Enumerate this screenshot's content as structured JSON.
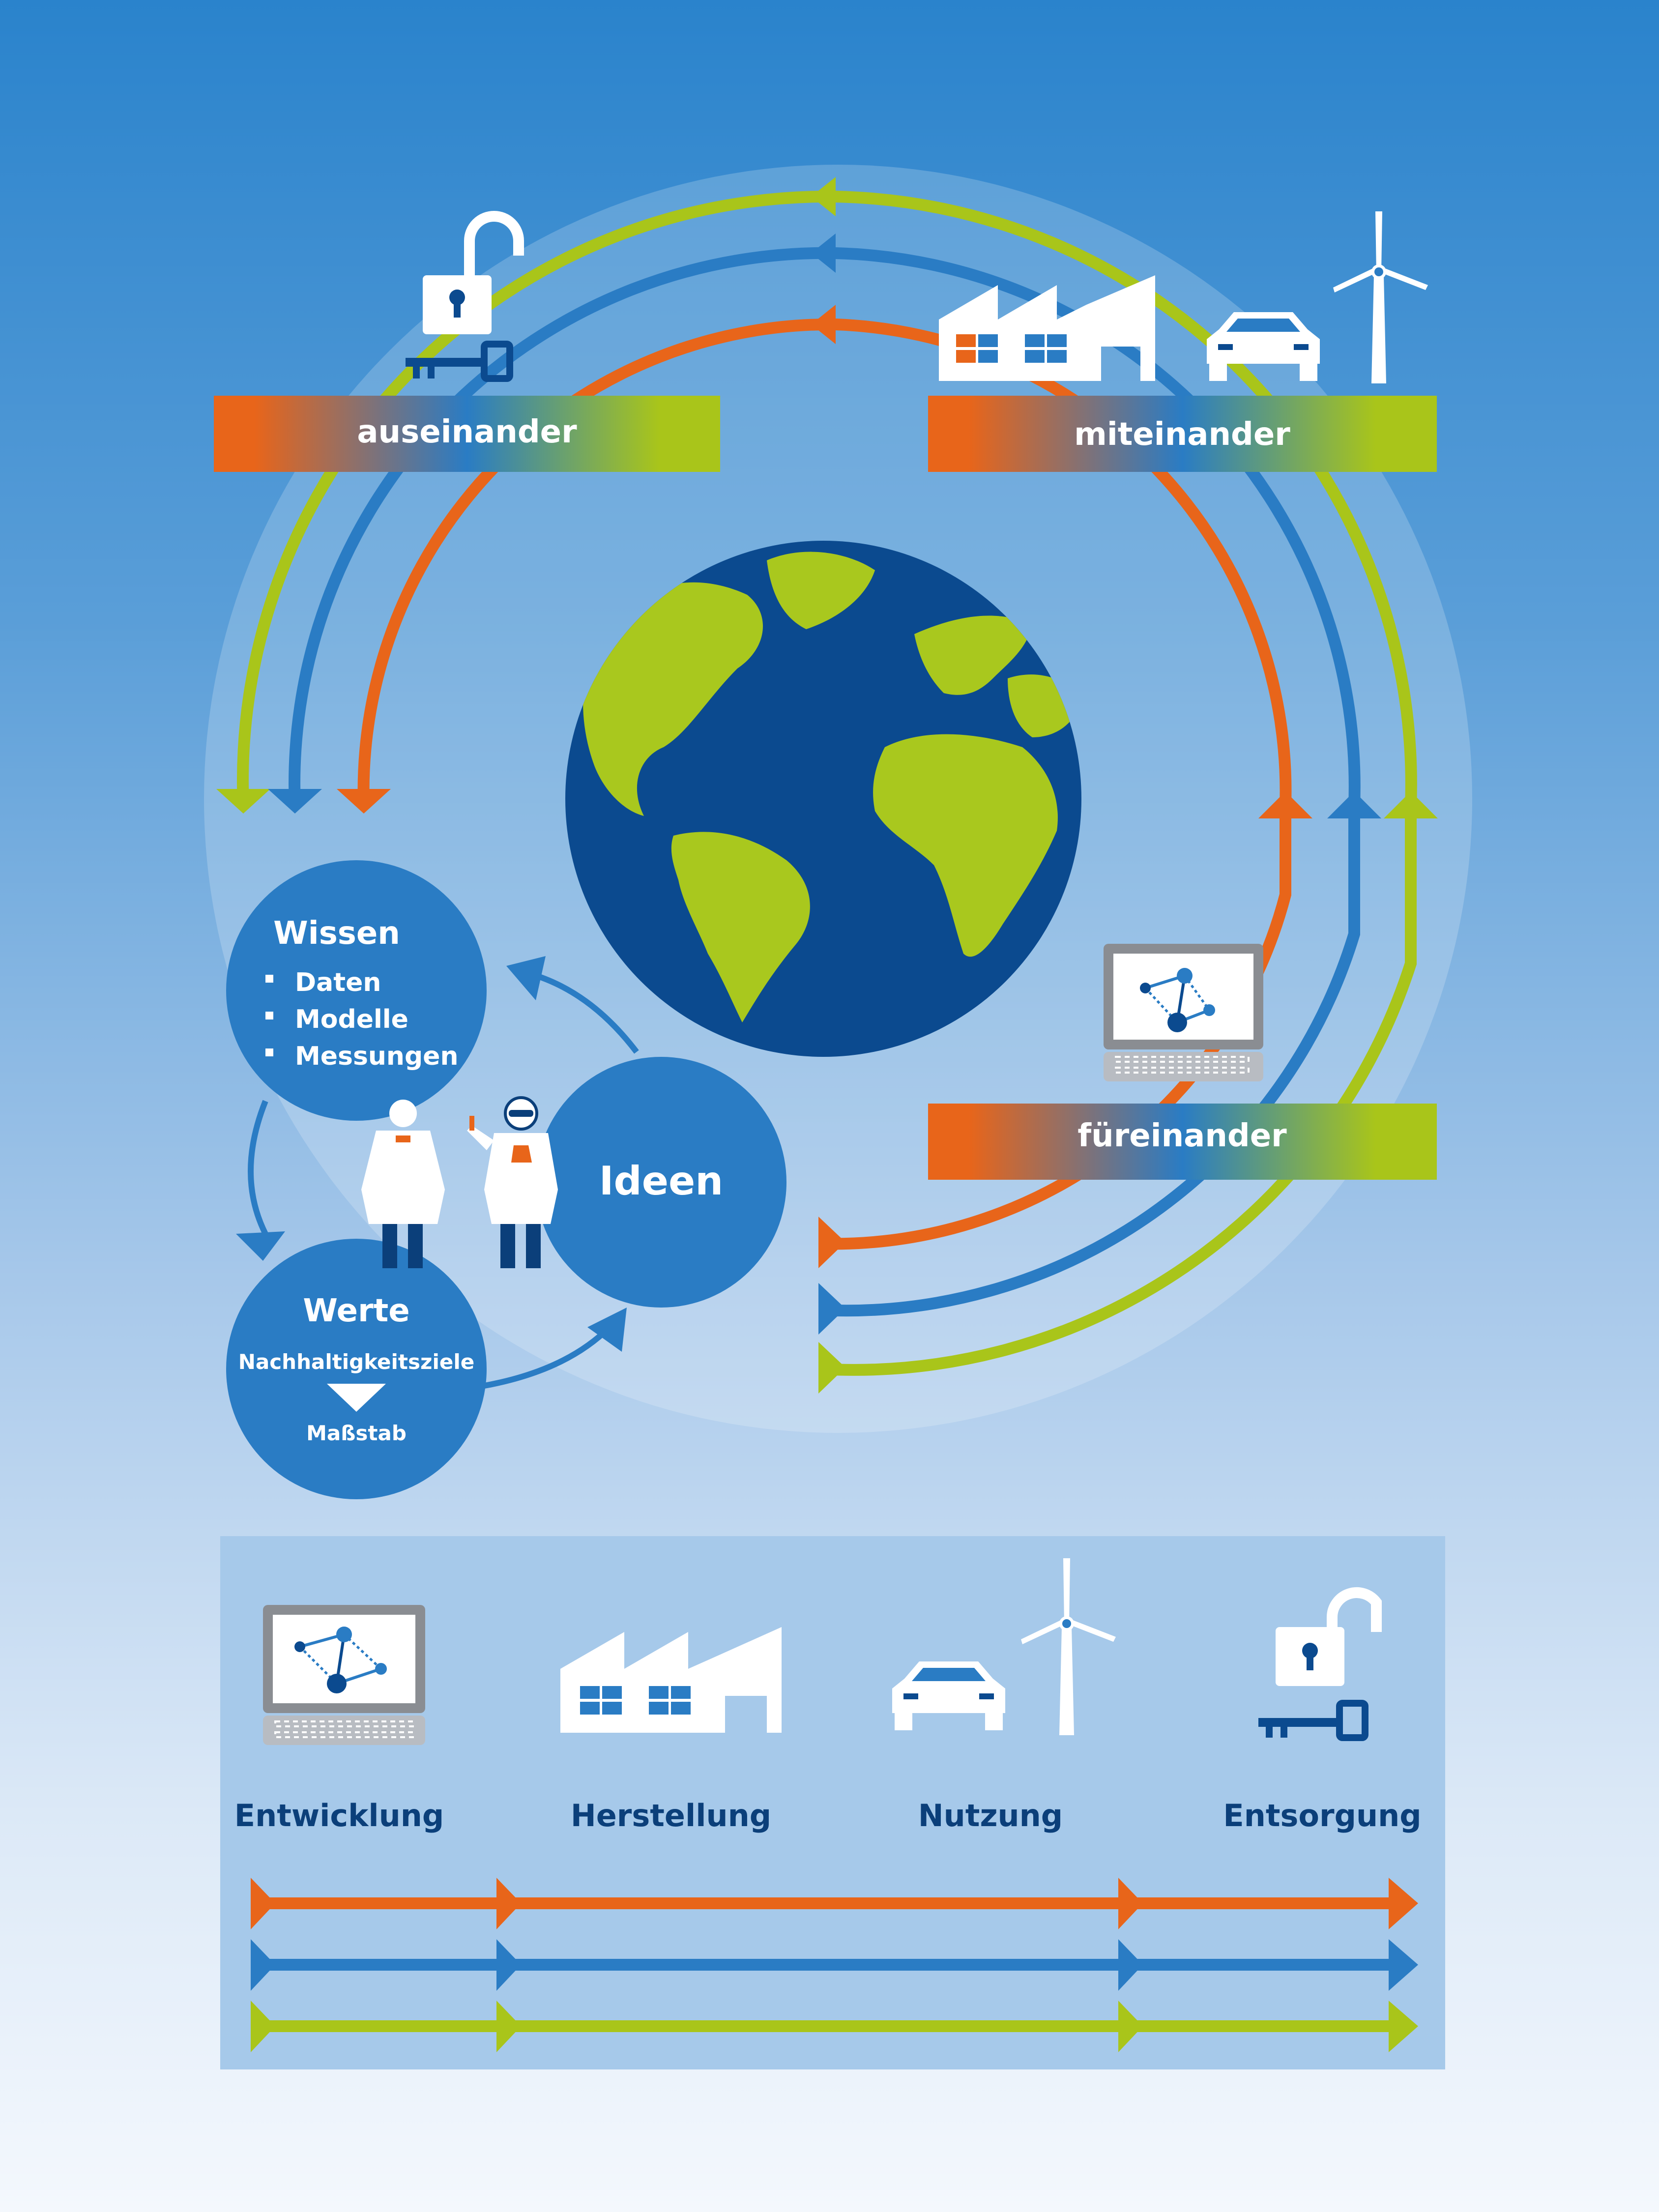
{
  "phases": {
    "apart": "auseinander",
    "together": "miteinander",
    "for_each_other": "füreinander"
  },
  "knowledge": {
    "title": "Wissen",
    "items": [
      "Daten",
      "Modelle",
      "Messungen"
    ]
  },
  "ideas": {
    "title": "Ideen"
  },
  "values": {
    "title": "Werte",
    "line1": "Nachhaltigkeitsziele",
    "line2": "Maßstab"
  },
  "lifecycle": {
    "stages": [
      "Entwicklung",
      "Herstellung",
      "Nutzung",
      "Entsorgung"
    ]
  },
  "colors": {
    "orange": "#e8651a",
    "blue": "#2a7cc4",
    "green": "#a9c51a",
    "navy": "#0b4a8f",
    "land": "#a9c81e"
  },
  "icons": [
    "padlock-key-icon",
    "factory-icon",
    "car-icon",
    "wind-turbine-icon",
    "laptop-network-icon",
    "earth-globe-icon",
    "scientist-icon"
  ]
}
